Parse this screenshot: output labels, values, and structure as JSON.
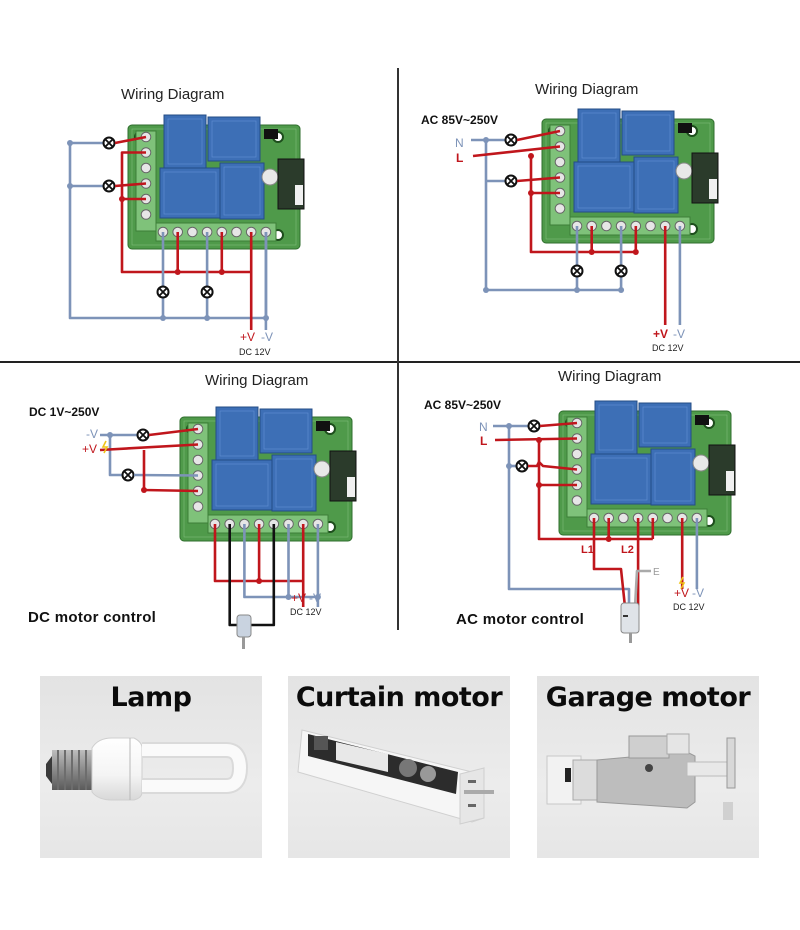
{
  "colors": {
    "live_wire": "#c0161c",
    "neutral_wire": "#7d93b8",
    "motor_wire": "#111111",
    "board_green": "#4f9a4a",
    "relay_blue": "#3d6fb6",
    "terminal_green": "#7fc27a",
    "card_bg": "#e6e6e6"
  },
  "panels": [
    {
      "id": "lamp-dc",
      "title": "Wiring Diagram",
      "supply_label": "",
      "input_labels": [],
      "power_labels": {
        "plus": "+V",
        "minus": "-V",
        "dc": "DC 12V"
      },
      "caption": ""
    },
    {
      "id": "lamp-ac",
      "title": "Wiring Diagram",
      "supply_label": "AC 85V~250V",
      "input_labels": [
        "N",
        "L"
      ],
      "power_labels": {
        "plus": "+V",
        "minus": "-V",
        "dc": "DC 12V"
      },
      "caption": ""
    },
    {
      "id": "dc-motor",
      "title": "Wiring Diagram",
      "supply_label": "DC 1V~250V",
      "input_labels": [
        "-V",
        "+V"
      ],
      "power_labels": {
        "plus": "+V",
        "minus": "-V",
        "dc": "DC 12V"
      },
      "caption": "DC motor control"
    },
    {
      "id": "ac-motor",
      "title": "Wiring Diagram",
      "supply_label": "AC 85V~250V",
      "input_labels": [
        "N",
        "L"
      ],
      "motor_labels": [
        "L1",
        "L2",
        "E"
      ],
      "power_labels": {
        "plus": "+V",
        "minus": "-V",
        "dc": "DC 12V"
      },
      "caption": "AC motor control"
    }
  ],
  "applications": [
    {
      "label": "Lamp",
      "icon": "lamp-bulb-icon"
    },
    {
      "label": "Curtain motor",
      "icon": "curtain-motor-icon"
    },
    {
      "label": "Garage motor",
      "icon": "garage-motor-icon"
    }
  ]
}
